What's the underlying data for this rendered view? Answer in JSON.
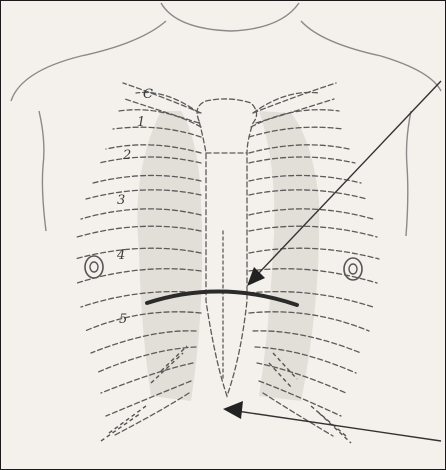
{
  "rib_labels": [
    "C",
    "1",
    "2",
    "3",
    "4",
    "5"
  ],
  "colors": {
    "background": "#f4f1ec",
    "outline": "#8a8a8a",
    "dashes": "#5b5b5b",
    "lung_shade": "#dcd7d2",
    "margin_line": "#2b2b2b",
    "arrow": "#333333"
  }
}
